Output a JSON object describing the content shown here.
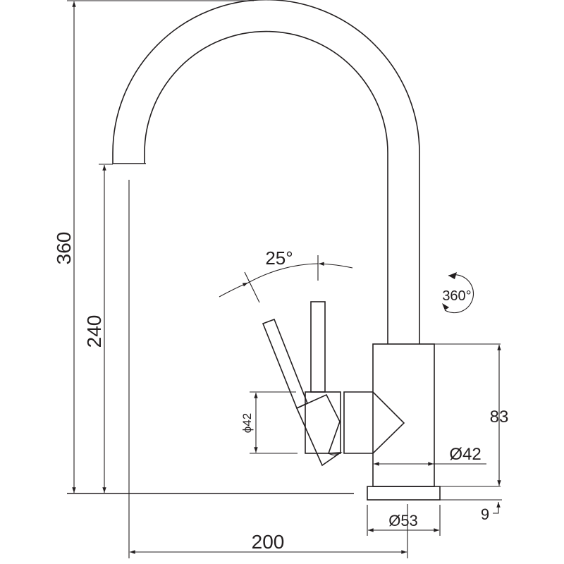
{
  "drawing": {
    "title": "Kitchen faucet dimension drawing",
    "units": "mm",
    "dimensions": {
      "total_height": "360",
      "spout_height": "240",
      "spout_reach": "200",
      "body_height": "83",
      "body_diameter": "Ø42",
      "base_diameter": "Ø53",
      "base_thickness": "9",
      "handle_diameter": "ϕ42",
      "handle_angle": "25°",
      "swivel": "360°"
    },
    "colors": {
      "line": "#231f20",
      "background": "#ffffff"
    }
  }
}
